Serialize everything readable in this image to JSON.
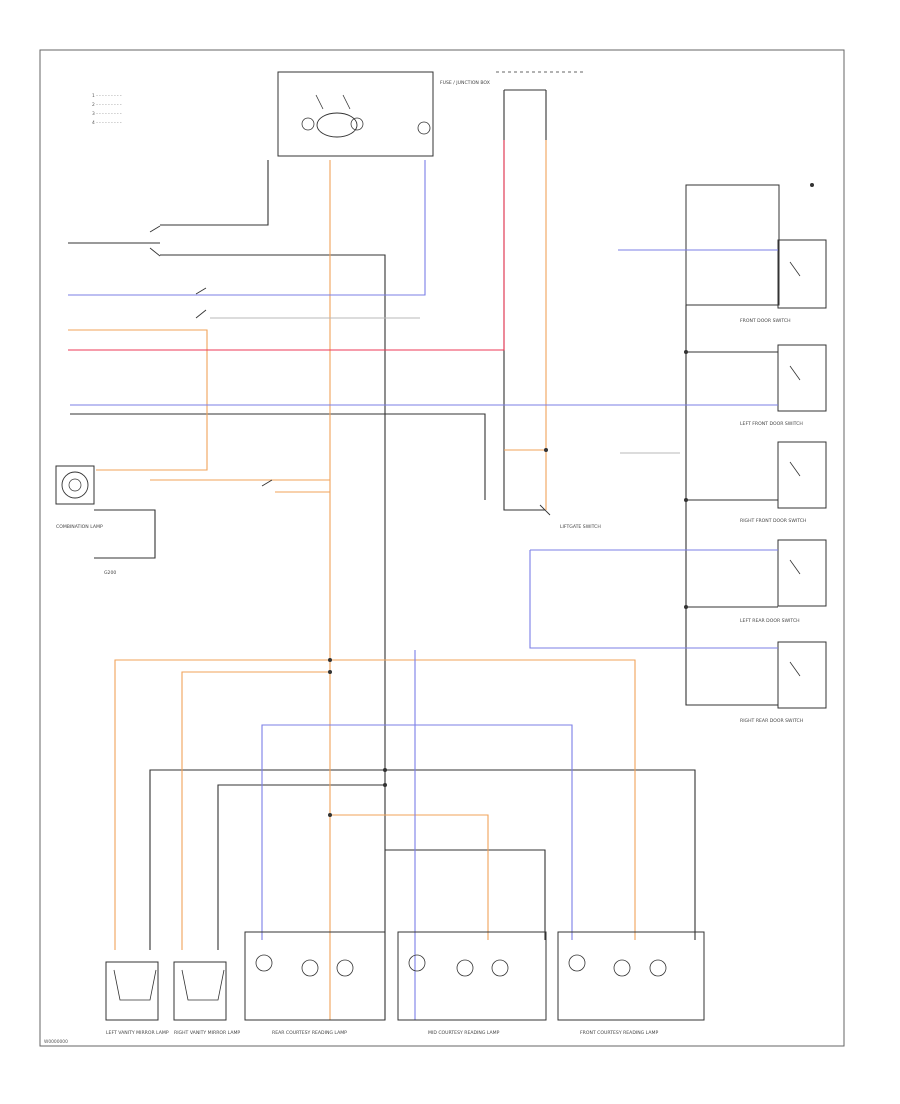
{
  "page": {
    "footer_code": "W0000000"
  },
  "colors": {
    "black_wire": "#333333",
    "orange_wire": "#f0a35a",
    "blue_wire": "#7b7fe6",
    "red_wire": "#ee3a57",
    "gray_wire": "#b8b8b8"
  },
  "diagram": {
    "legend": [
      "1 - - - - - - - - -",
      "2 - - - - - - - - -",
      "3 - - - - - - - - -",
      "4 - - - - - - - - -"
    ],
    "component_captions": {
      "combination_lamp": "COMBINATION LAMP",
      "fuse_box": "FUSE / JUNCTION BOX",
      "left_vanity": "LEFT VANITY MIRROR LAMP",
      "right_vanity": "RIGHT VANITY MIRROR LAMP",
      "rear_courtesy": "REAR COURTESY READING LAMP",
      "mid_courtesy": "MID COURTESY READING LAMP",
      "front_courtesy": "FRONT COURTESY READING LAMP",
      "front_door": "FRONT DOOR SWITCH",
      "rear_door_left": "LEFT REAR DOOR SWITCH",
      "rear_door_right": "RIGHT REAR DOOR SWITCH",
      "left_front_door": "LEFT FRONT DOOR SWITCH",
      "right_front_door": "RIGHT FRONT DOOR SWITCH",
      "liftgate": "LIFTGATE SWITCH",
      "ground": "G200"
    }
  }
}
